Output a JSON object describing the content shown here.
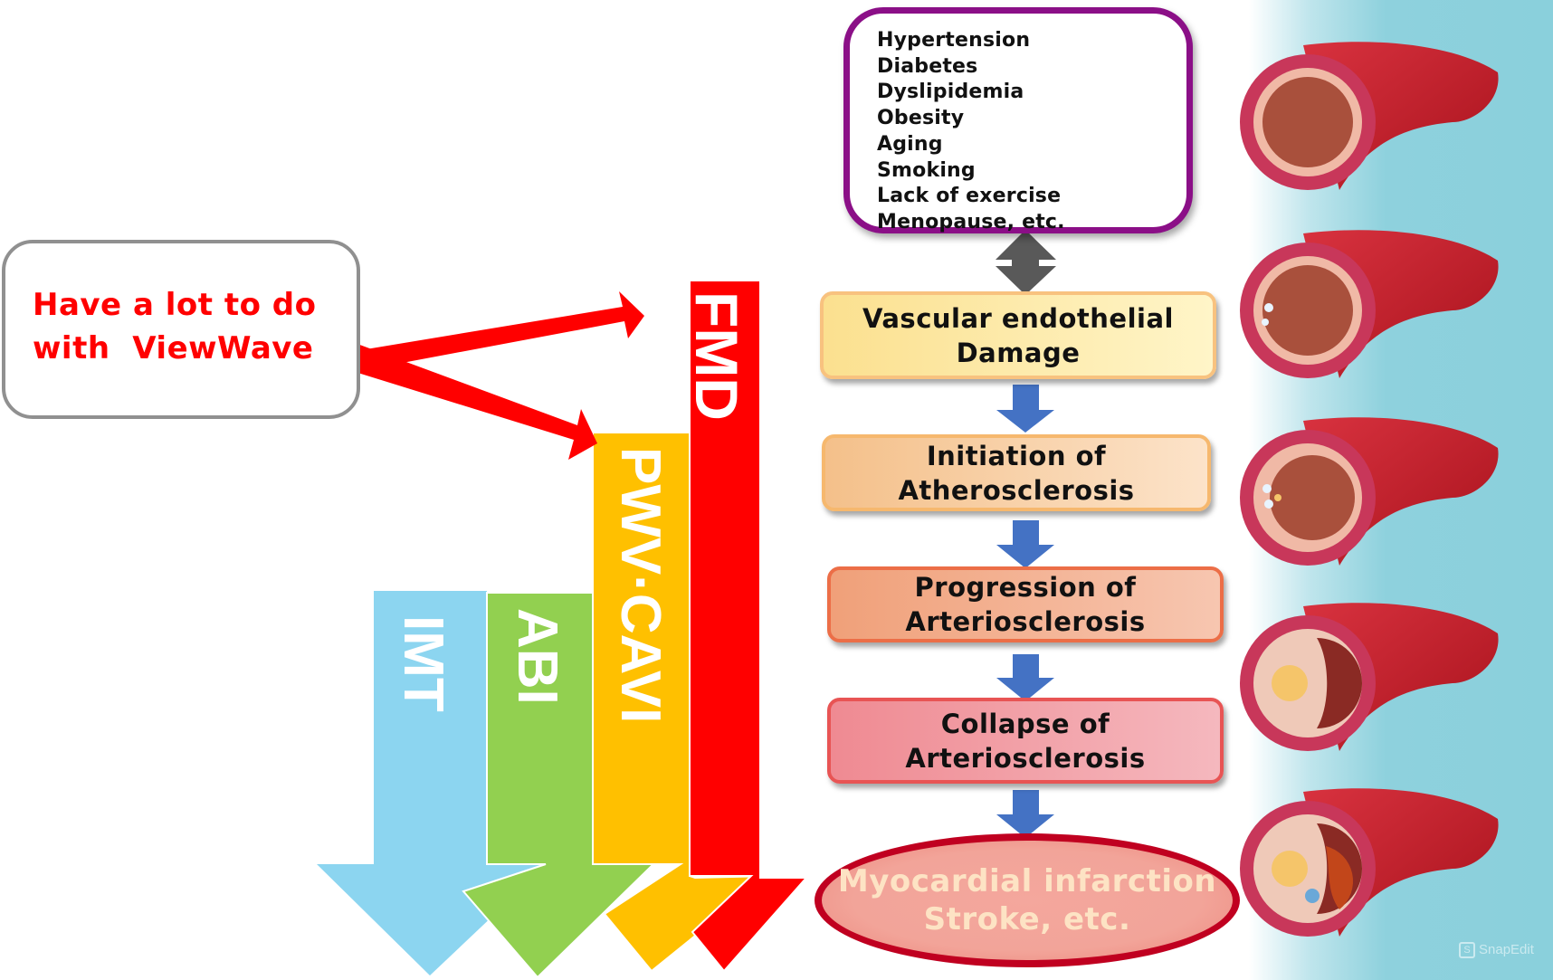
{
  "callout": {
    "lines": [
      "Have a lot to do",
      "with  ViewWave"
    ],
    "text_color": "#ff0000"
  },
  "risk_factors": {
    "items": [
      "Hypertension",
      "Diabetes",
      "Dyslipidemia",
      "Obesity",
      "Aging",
      "Smoking",
      "Lack of exercise",
      "Menopause, etc."
    ],
    "border_color": "#8b0f87"
  },
  "stages": [
    {
      "lines": [
        "Vascular endothelial",
        "Damage"
      ]
    },
    {
      "lines": [
        "Initiation of",
        "Atherosclerosis"
      ]
    },
    {
      "lines": [
        "Progression of",
        "Arteriosclerosis"
      ]
    },
    {
      "lines": [
        "Collapse of",
        "Arteriosclerosis"
      ]
    }
  ],
  "outcome": {
    "lines": [
      "Myocardial infarction",
      "Stroke, etc."
    ]
  },
  "tests": [
    {
      "label": "IMT",
      "color": "#8cd5f0"
    },
    {
      "label": "ABI",
      "color": "#92d050"
    },
    {
      "label": "PWV·CAVI",
      "color": "#ffc000"
    },
    {
      "label": "FMD",
      "color": "#ff0000"
    }
  ],
  "connector_colors": {
    "flow_arrow": "#4472c4",
    "double_arrow": "#595959",
    "pointer_arrow": "#ff0000"
  },
  "vessel_stages": [
    "healthy",
    "endothelial-damage",
    "early-plaque",
    "advanced-plaque",
    "thrombus"
  ],
  "watermark": {
    "logo": "S",
    "text": "SnapEdit"
  }
}
